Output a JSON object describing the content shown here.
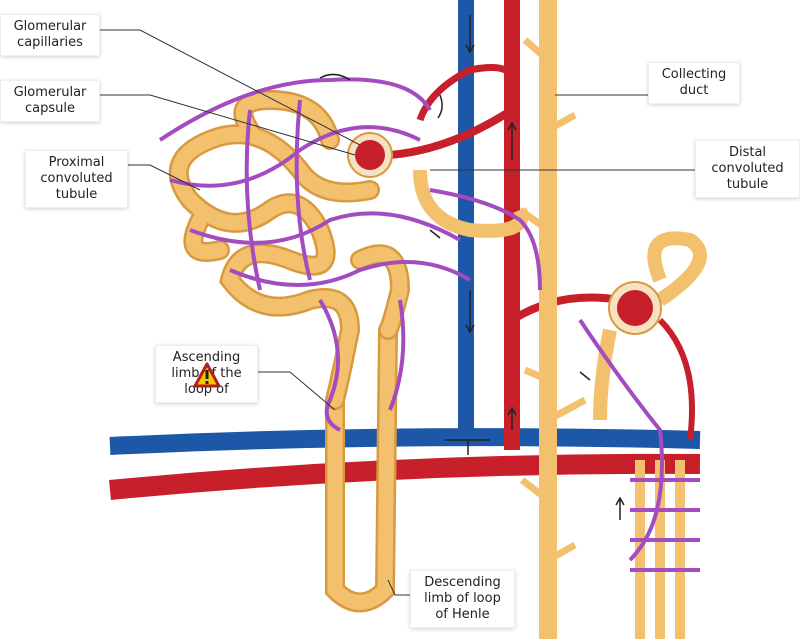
{
  "labels": {
    "glomerular_capillaries": "Glomerular capillaries",
    "glomerular_capsule": "Glomerular capsule",
    "proximal_tubule": "Proximal convoluted tubule",
    "ascending_limb": "Ascending limb of the loop of",
    "collecting_duct": "Collecting duct",
    "distal_tubule": "Distal convoluted tubule",
    "descending_limb": "Descending limb of loop of Henle"
  },
  "icons": {
    "warning": "warning-triangle-icon"
  },
  "colors": {
    "artery": "#c8202a",
    "vein": "#1d57a8",
    "tubule": "#f3c06e",
    "capillary": "#a24cc0"
  }
}
